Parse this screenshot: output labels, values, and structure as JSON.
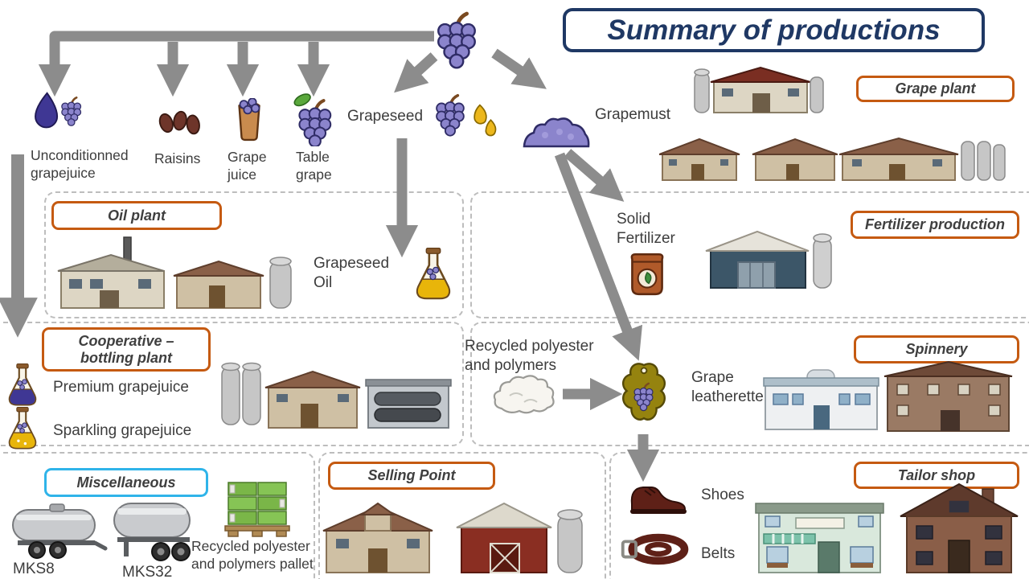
{
  "title": "Summary of productions",
  "section_labels": {
    "grape_plant": "Grape plant",
    "oil_plant": "Oil plant",
    "fertilizer": "Fertilizer production",
    "cooperative": "Cooperative –\nbottling plant",
    "spinnery": "Spinnery",
    "miscellaneous": "Miscellaneous",
    "selling_point": "Selling Point",
    "tailor_shop": "Tailor shop"
  },
  "products": {
    "unconditioned_grapejuice": "Unconditionned\ngrapejuice",
    "raisins": "Raisins",
    "grape_juice": "Grape\njuice",
    "table_grape": "Table\ngrape",
    "grapeseed": "Grapeseed",
    "grapemust": "Grapemust",
    "grapeseed_oil": "Grapeseed\nOil",
    "solid_fertilizer": "Solid\nFertilizer",
    "premium_grapejuice": "Premium grapejuice",
    "sparkling_grapejuice": "Sparkling grapejuice",
    "recycled_polyester": "Recycled polyester\nand polymers",
    "grape_leatherette": "Grape\nleatherette",
    "shoes": "Shoes",
    "belts": "Belts",
    "mks8": "MKS8",
    "mks32": "MKS32",
    "recycled_pallet": "Recycled polyester\nand polymers pallet"
  },
  "icons": {
    "grapes": "grape-cluster",
    "unconditioned_grapejuice": "droplet-with-grapes",
    "raisins": "raisin-trio",
    "grape_juice": "glass-with-grapes",
    "table_grape": "grapes-with-leaf",
    "grapeseed": "grapes-with-seeds",
    "grapemust": "purple-heap",
    "grapeseed_oil": "flask-yellow",
    "solid_fertilizer": "fertilizer-bag",
    "premium_grapejuice": "flask-purple",
    "sparkling_grapejuice": "flask-sparkling",
    "recycled_polyester": "fiber-fluff",
    "grape_leatherette": "leather-hide",
    "shoes": "shoe",
    "belts": "belt",
    "recycled_pallet": "green-bale-pallet",
    "mks8": "tanker-trailer",
    "mks32": "tanker-semitrailer"
  },
  "colors": {
    "accent_orange": "#C55A11",
    "accent_navy": "#1F3864",
    "accent_cyan": "#2FB4E9",
    "arrow_gray": "#8C8C8C",
    "text": "#3D3D3D",
    "dashed_border": "#BDBDBD",
    "grape_fill": "#8B84CC"
  }
}
